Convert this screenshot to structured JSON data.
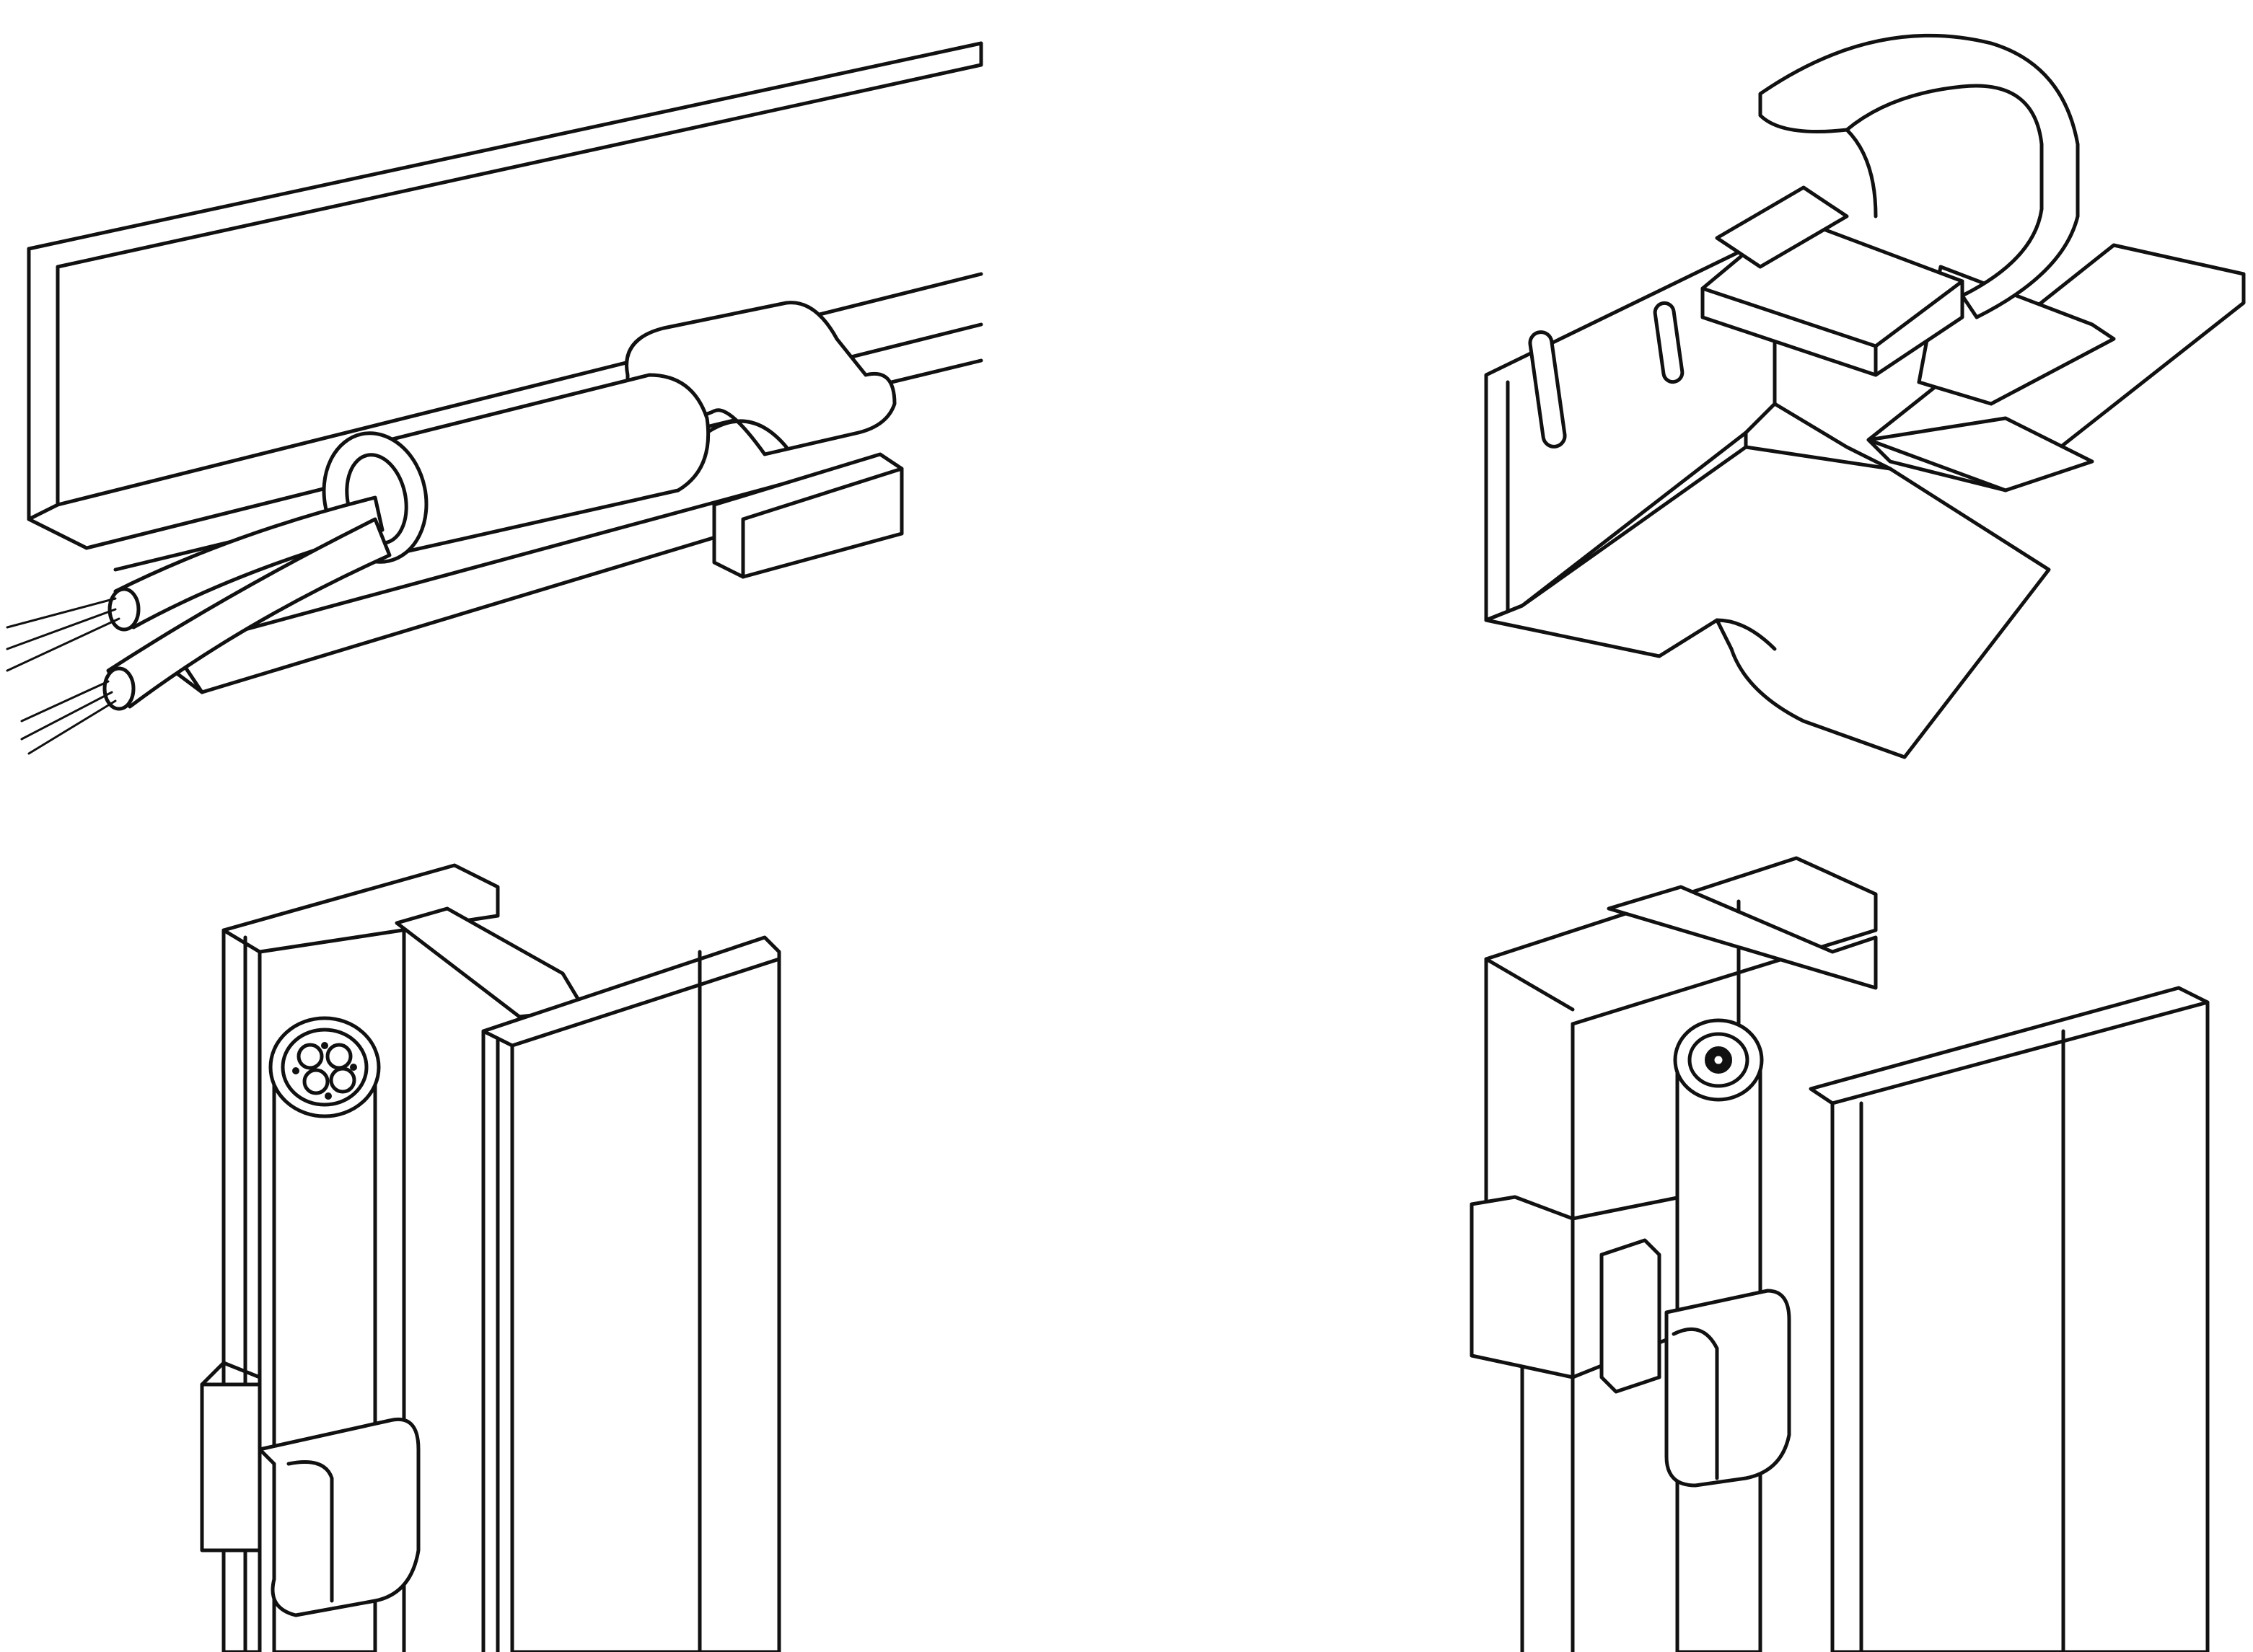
{
  "figure": {
    "panels": [
      {
        "id": "rail-clip-horizontal",
        "subject": "cable-in-sleeve-clipped-to-rail"
      },
      {
        "id": "clip-on-channel",
        "subject": "spring-clip-on-channel-section"
      },
      {
        "id": "cable-clip-post-left",
        "subject": "multicore-cable-clipped-to-post"
      },
      {
        "id": "cable-clip-post-right",
        "subject": "coaxial-cable-clipped-to-post"
      }
    ],
    "colors": {
      "ink": "#111111",
      "paper": "#ffffff"
    }
  }
}
